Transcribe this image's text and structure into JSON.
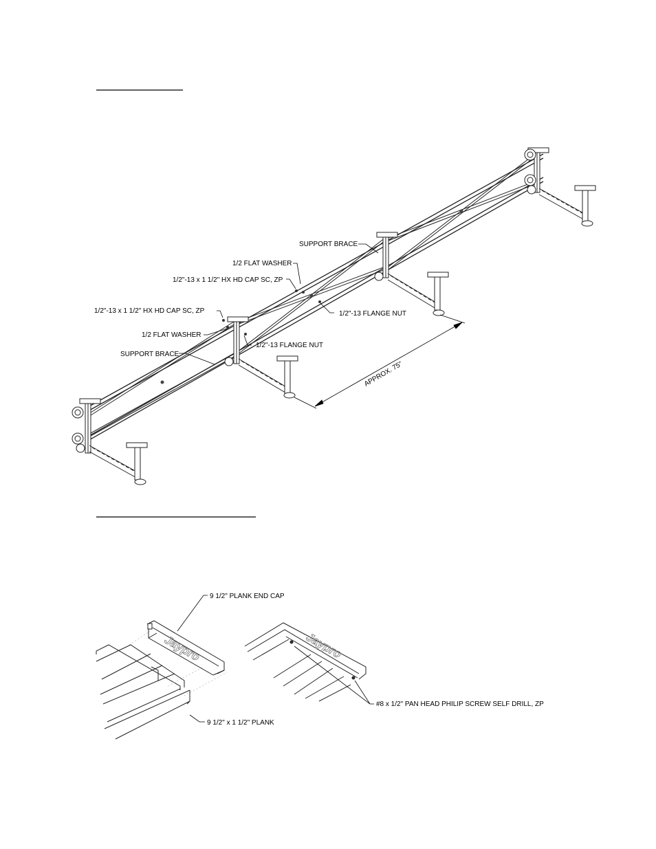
{
  "frame_labels": {
    "support_brace_upper": "SUPPORT BRACE",
    "flat_washer_upper": "1/2 FLAT WASHER",
    "cap_screw_upper": "1/2\"-13 x 1 1/2\" HX HD CAP SC, ZP",
    "flange_nut_upper": "1/2\"-13 FLANGE NUT",
    "cap_screw_lower": "1/2\"-13 x 1 1/2\" HX HD CAP SC, ZP",
    "flat_washer_lower": "1/2 FLAT WASHER",
    "flange_nut_lower": "1/2\"-13 FLANGE NUT",
    "support_brace_lower": "SUPPORT BRACE",
    "dimension": "APPROX. 75\""
  },
  "plank_labels": {
    "end_cap": "9 1/2\" PLANK END CAP",
    "plank": "9 1/2\" x 1 1/2\" PLANK",
    "screw": "#8 x 1/2\" PAN HEAD PHILIP SCREW SELF DRILL, ZP",
    "logo_left": "Jaypro",
    "logo_right": "Jaypro"
  }
}
